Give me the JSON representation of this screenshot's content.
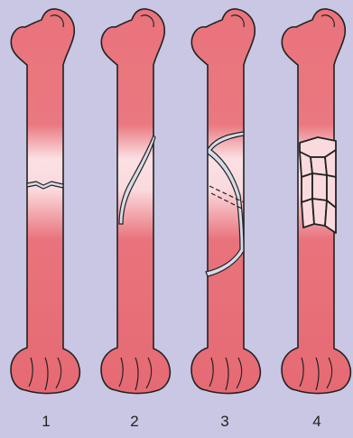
{
  "labels": [
    "1",
    "2",
    "3",
    "4"
  ],
  "colors": {
    "background": "#c9c7e3",
    "bone": "#e9737c",
    "highlight": "#fbe0e3",
    "outline": "#222222",
    "crack_fill": "#d7dae8"
  }
}
